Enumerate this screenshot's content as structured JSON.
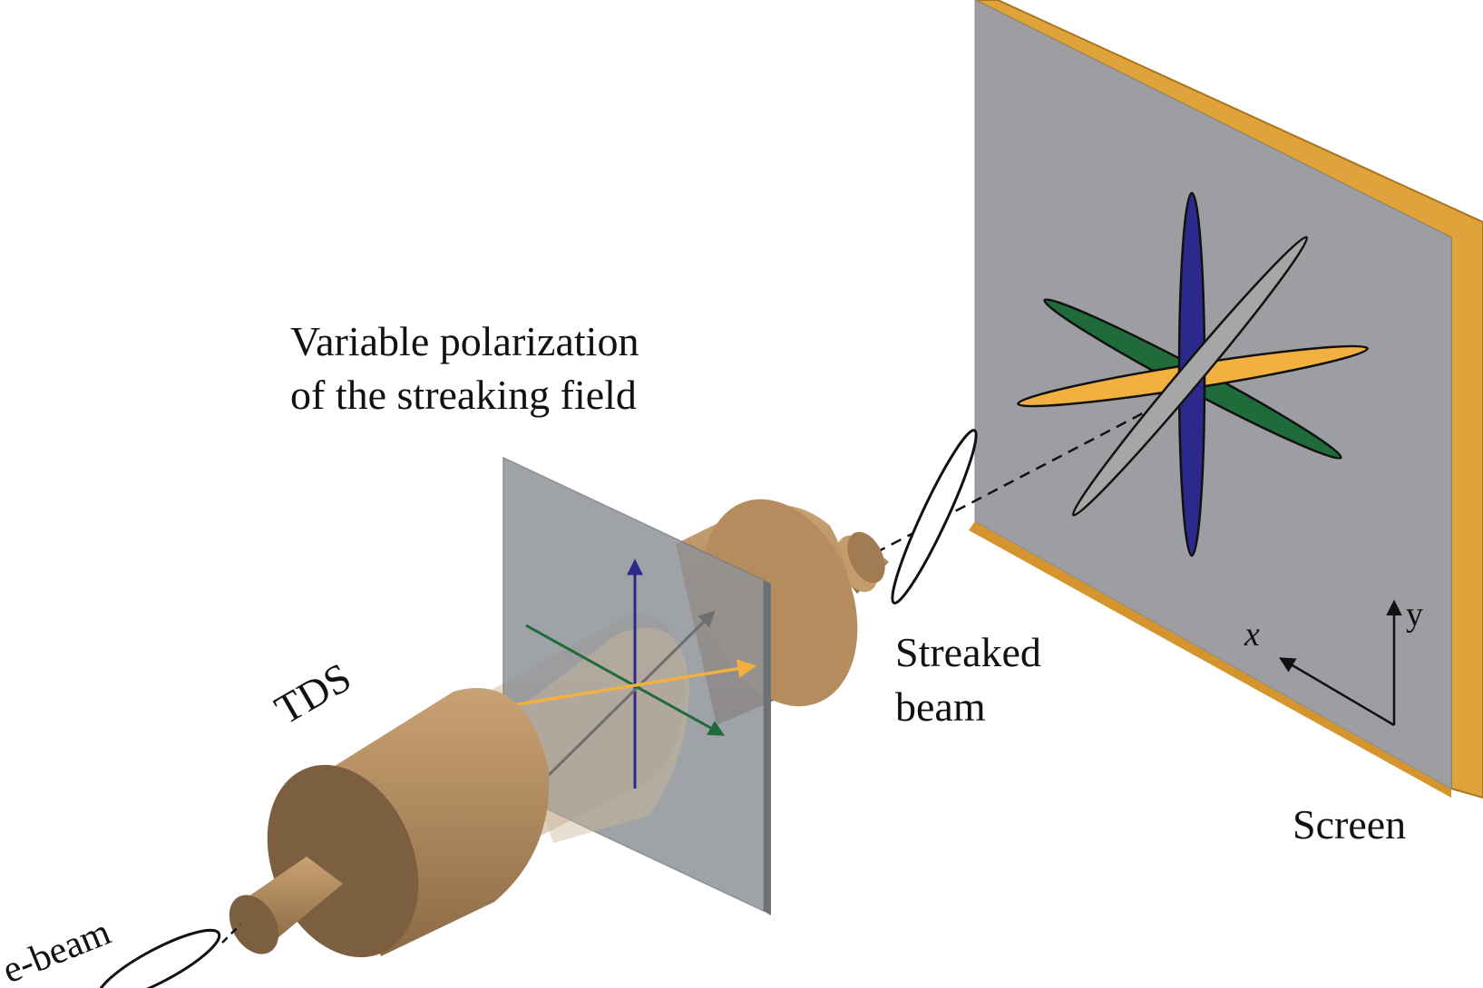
{
  "labels": {
    "polarization_line1": "Variable polarization",
    "polarization_line2": "of the streaking field",
    "tds": "TDS",
    "ebeam": "e-beam",
    "streaked_line1": "Streaked",
    "streaked_line2": "beam",
    "screen": "Screen",
    "axis_x": "x",
    "axis_y": "y"
  },
  "colors": {
    "screen_face": "#9c9ea2",
    "screen_frame": "#e0a23a",
    "cylinder_body": "#b08a5e",
    "cylinder_face": "#7c5f40",
    "polarization_plane": "#8f9297",
    "blue": "#2b2a8c",
    "green": "#1f6b3a",
    "orange": "#f2b040",
    "grey": "#9a9a9a"
  }
}
